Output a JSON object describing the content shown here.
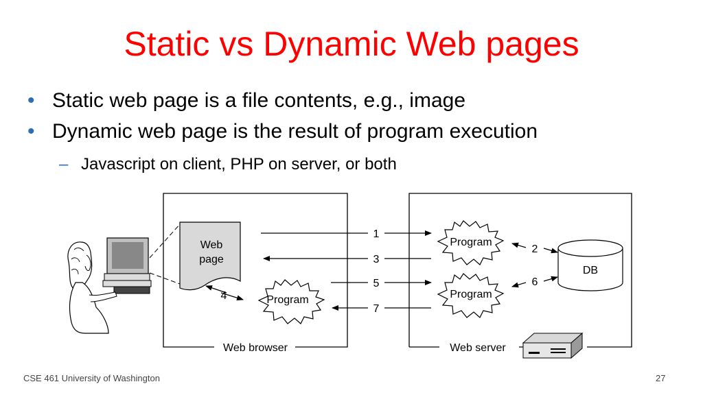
{
  "title": "Static vs Dynamic Web pages",
  "bullets": [
    "Static web page is a file contents, e.g., image",
    "Dynamic web page is the result of program execution"
  ],
  "sub_bullet": "Javascript on client, PHP on server, or both",
  "bullet_marker": "•",
  "sub_marker": "–",
  "diagram": {
    "web_page_line1": "Web",
    "web_page_line2": "page",
    "program": "Program",
    "db": "DB",
    "web_browser": "Web browser",
    "web_server": "Web server",
    "steps": [
      "1",
      "2",
      "3",
      "4",
      "5",
      "6",
      "7"
    ]
  },
  "footer": {
    "left": "CSE 461 University of Washington",
    "page": "27"
  },
  "colors": {
    "title": "#ff0000",
    "bullet": "#2e6db4"
  }
}
